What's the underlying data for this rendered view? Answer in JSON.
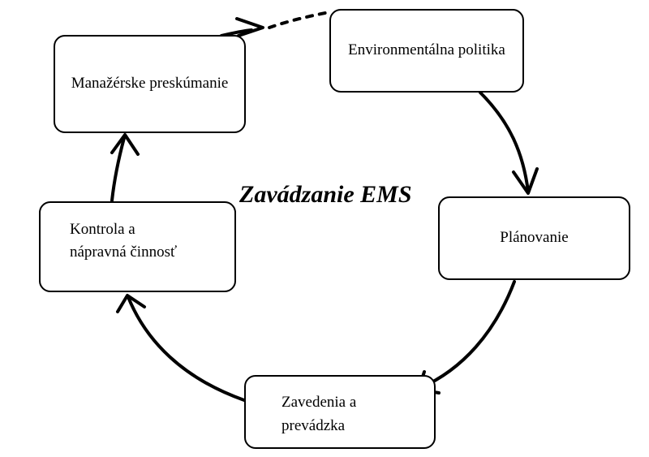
{
  "diagram": {
    "title": "Zavádzanie EMS",
    "nodes": [
      {
        "id": "environmental-policy",
        "label": "Environmentálna politika"
      },
      {
        "id": "planning",
        "label": "Plánovanie"
      },
      {
        "id": "implementation-operation",
        "label": "Zavedenia a\nprevádzka"
      },
      {
        "id": "checking-corrective-action",
        "label": "Kontrola a\nnápravná činnosť"
      },
      {
        "id": "management-review",
        "label": "Manažérske preskúmanie"
      }
    ],
    "edges": [
      {
        "from": "environmental-policy",
        "to": "planning",
        "style": "solid"
      },
      {
        "from": "planning",
        "to": "implementation-operation",
        "style": "solid"
      },
      {
        "from": "implementation-operation",
        "to": "checking-corrective-action",
        "style": "solid"
      },
      {
        "from": "checking-corrective-action",
        "to": "management-review",
        "style": "solid"
      },
      {
        "from": "management-review",
        "to": "environmental-policy",
        "style": "dotted"
      }
    ],
    "colors": {
      "line": "#000000",
      "background": "#ffffff"
    }
  }
}
